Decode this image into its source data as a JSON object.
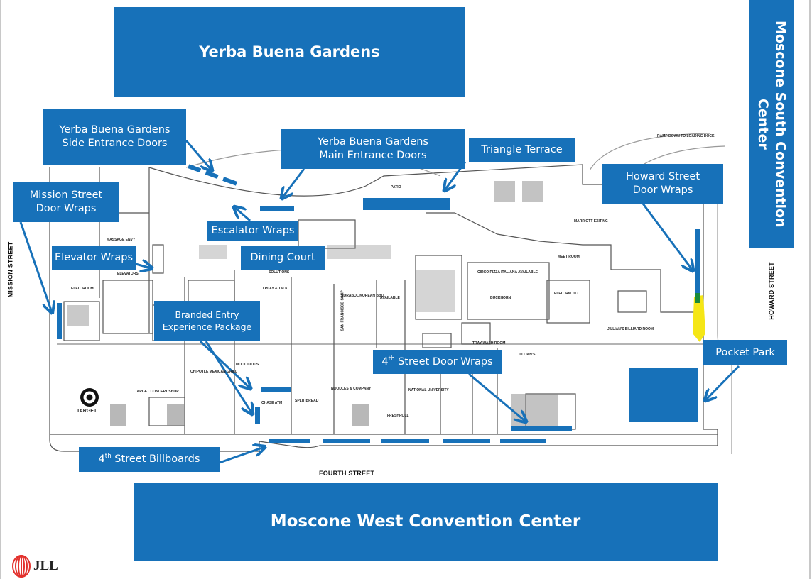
{
  "titles": {
    "top": "Yerba Buena Gardens",
    "right": "Moscone South Convention Center",
    "bottom": "Moscone West Convention Center"
  },
  "callouts": {
    "side_entrance_1": "Yerba Buena Gardens",
    "side_entrance_2": "Side Entrance Doors",
    "main_entrance_1": "Yerba Buena Gardens",
    "main_entrance_2": "Main Entrance Doors",
    "triangle_terrace": "Triangle Terrace",
    "howard_1": "Howard Street",
    "howard_2": "Door Wraps",
    "mission_1": "Mission Street",
    "mission_2": "Door Wraps",
    "escalator": "Escalator Wraps",
    "dining_court": "Dining Court",
    "elevator": "Elevator Wraps",
    "branded_1": "Branded Entry",
    "branded_2": "Experience Package",
    "fourth_doors_num": "4",
    "fourth_doors_sup": "th",
    "fourth_doors_rest": " Street Door Wraps",
    "pocket_park": "Pocket Park",
    "billboards_num": "4",
    "billboards_sup": "th",
    "billboards_rest": " Street Billboards"
  },
  "streets": {
    "mission": "MISSION STREET",
    "howard": "HOWARD STREET",
    "fourth": "FOURTH STREET"
  },
  "rooms": {
    "target": "TARGET",
    "target_shop": "TARGET CONCEPT SHOP",
    "chipotle": "CHIPOTLE MEXICAN GRILL",
    "moolicious": "MOOLICIOUS",
    "chase": "CHASE ATM",
    "split_bread": "SPLIT BREAD",
    "noodles": "NOODLES & COMPANY",
    "freshroll": "FRESHROLL",
    "national": "NATIONAL UNIVERSITY",
    "jillians": "JILLIAN'S",
    "billiard": "JILLIAN'S BILLIARD ROOM",
    "marriott_exiting": "MARRIOTT EXITING",
    "patio": "PATIO",
    "ramp": "RAMP DOWN TO LOADING DOCK",
    "sorabol": "SORABOL KOREAN BBQ",
    "available": "AVAILABLE",
    "circo": "CIRCO PIZZA ITALIANA AVAILABLE",
    "buckhorn": "BUCKHORN",
    "elec_1c": "ELEC. RM. 1C",
    "meet_room": "MEET ROOM",
    "tray_wash": "TRAY WASH ROOM",
    "solutions": "SOLUTIONS",
    "play_talk": "I PLAY & TALK",
    "elevators": "ELEVATORS",
    "elec_room": "ELEC. ROOM",
    "massage": "MASSAGE ENVY",
    "sf_soup": "SAN FRANCISCO SOUP"
  },
  "logo": {
    "text": "JLL"
  },
  "colors": {
    "accent": "#1771b9",
    "highlight": "#f5e616",
    "marker_green": "#1a8a3a"
  }
}
